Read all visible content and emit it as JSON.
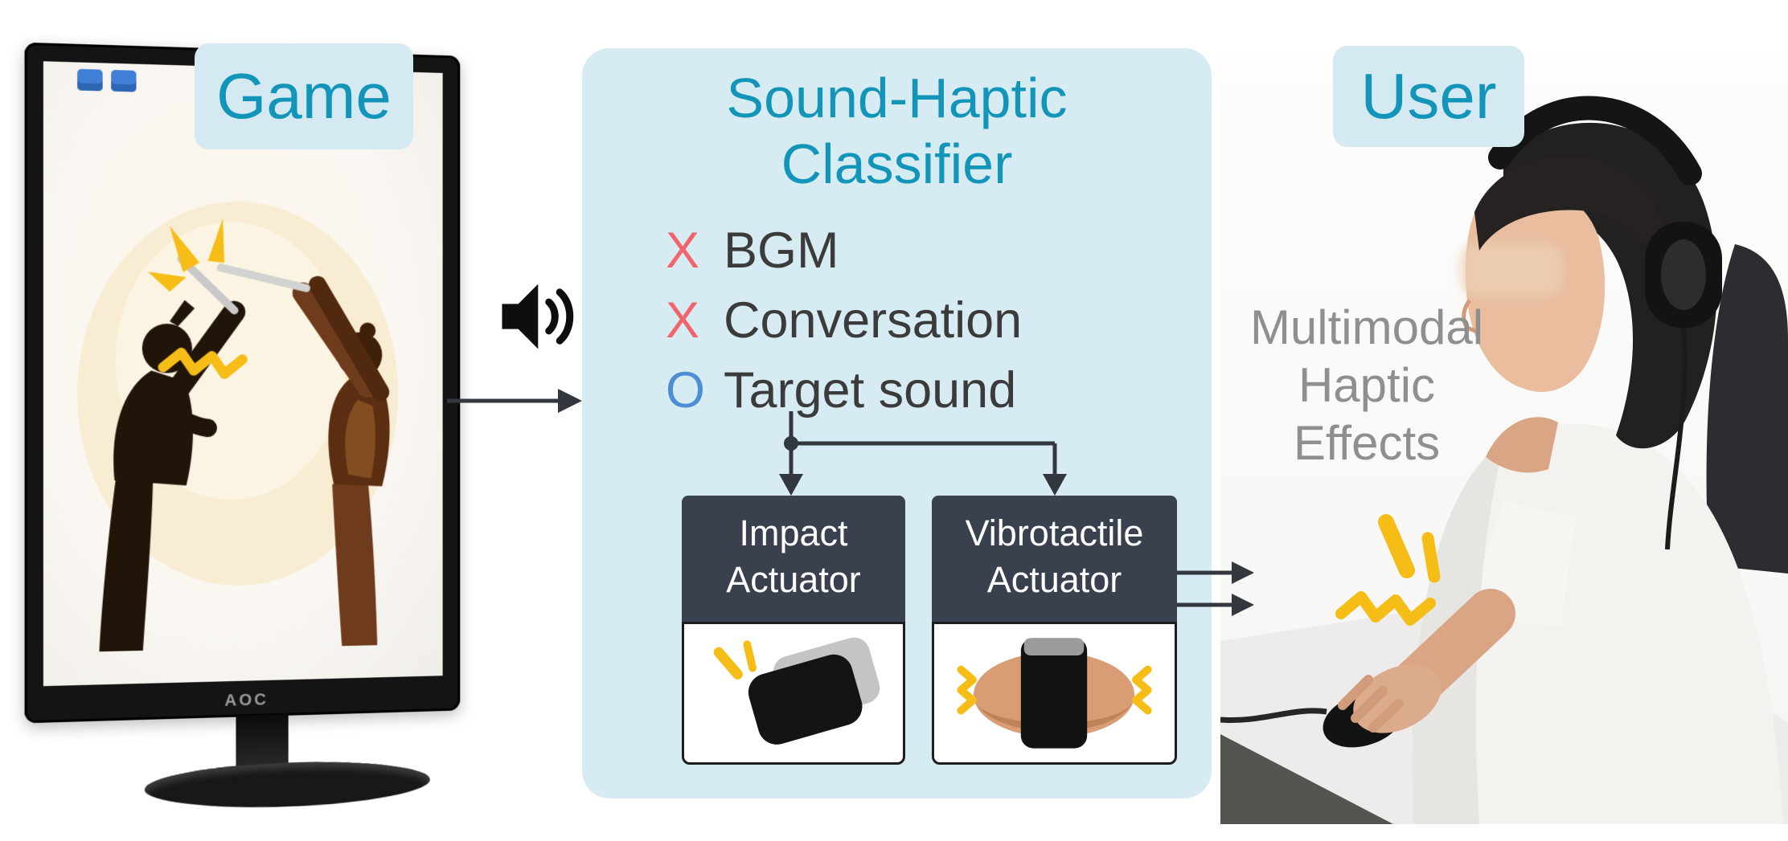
{
  "figure": {
    "game_label": "Game",
    "user_label": "User"
  },
  "monitor": {
    "brand": "AOC"
  },
  "classifier": {
    "title_line1": "Sound-Haptic",
    "title_line2": "Classifier",
    "items": [
      {
        "mark": "X",
        "label": "BGM",
        "decision": "reject"
      },
      {
        "mark": "X",
        "label": "Conversation",
        "decision": "reject"
      },
      {
        "mark": "O",
        "label": "Target sound",
        "decision": "accept"
      }
    ],
    "actuators": [
      {
        "name_line1": "Impact",
        "name_line2": "Actuator"
      },
      {
        "name_line1": "Vibrotactile",
        "name_line2": "Actuator"
      }
    ]
  },
  "user_section": {
    "effect_line1": "Multimodal",
    "effect_line2": "Haptic",
    "effect_line3": "Effects"
  },
  "icons": {
    "speaker": "speaker-icon",
    "clash_spark": "clash-spark-icon",
    "impact_spark": "impact-spark-icon",
    "vibration": "vibration-zigzag-icon",
    "haptic_spark": "haptic-spark-icon"
  },
  "colors": {
    "accent_teal": "#1295b9",
    "panel_blue": "#d7ebf2",
    "chip_blue": "#d4e9f1",
    "mark_red": "#f1646c",
    "mark_blue": "#4d8fd5",
    "dark_box": "#3a414e",
    "text_dark": "#3b3b3b",
    "text_gray": "#8f8f8f",
    "spark_yellow": "#f5bd16",
    "arrow_dark": "#33383f"
  }
}
